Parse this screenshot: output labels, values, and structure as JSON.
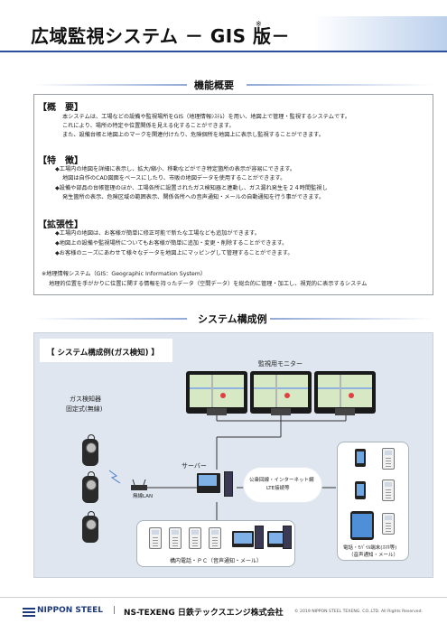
{
  "header": {
    "title": "広域監視システム － GIS 版－",
    "title_mark": "※"
  },
  "sections": {
    "overview_title": "機能概要",
    "system_title": "システム構成例"
  },
  "overview": {
    "summary": {
      "heading": "【概　要】",
      "lines": [
        "本システムは、工場などの設備や監視場所をGIS（地理情報ｼｽﾃﾑ）を用い、地図上で管理・監視するシステムです。",
        "これにより、場所の特定や位置関係を見える化することができます。",
        "また、設備台帳と地図上のマークを関連付けたり、危険個所を地図上に表示し監視することができます。"
      ]
    },
    "features": {
      "heading": "【特　徴】",
      "lines": [
        "◆工場内の地図を詳細に表示し、拡大/縮小、移動などができ特定箇所の表示が容易にできます。",
        "地図は自作のCAD図面をベースにしたり、市販の地図データを使用することができます。",
        "◆設備や部品の台帳管理のほか、工場各所に設置されたガス検知器と連動し、ガス漏れ発生を２４時間監視し",
        "発生箇所の表示、危険区域の範囲表示、関係各所への音声通知・メールの自動通知を行う事ができます。"
      ]
    },
    "expandability": {
      "heading": "【拡張性】",
      "lines": [
        "◆工場内の地図は、お客様が簡単に修正可能で新たな工場なども追加ができます。",
        "◆地図上の設備や監視場所についてもお客様が簡単に追加・変更・削除することができます。",
        "◆お客様のニーズにあわせて様々なデータを地図上にマッピングして管理することができます。"
      ]
    },
    "note": {
      "lines": [
        "※地理情報システム（GIS：Geographic Information System）",
        "地理的位置を手がかりに位置に関する情報を持ったデータ（空間データ）を総合的に管理・加工し、視覚的に表示するシステム"
      ]
    }
  },
  "diagram": {
    "example_label": "【 システム構成例(ガス検知) 】",
    "monitors_label": "監視用モニター",
    "detector_label_1": "ガス検知器",
    "detector_label_2": "固定式(無線)",
    "wireless_lan": "無線LAN",
    "server": "サーバー",
    "network_1": "公衆回線・インターネット網",
    "network_2": "LTE接続等",
    "internal_label": "構内電話・ＰＣ（音声通知・メール）",
    "mobile_label_1": "電話・ﾓﾊﾞｲﾙ端末(ｽﾏﾎ等)",
    "mobile_label_2": "（音声通知・メール）"
  },
  "footer": {
    "logo_1": "NIPPON STEEL",
    "logo_2": "NS-TEXENG 日鉄テックスエンジ株式会社",
    "copyright": "© 2019 NIPPON STEEL TEXENG. CO.,LTD. All Rights Reserved."
  },
  "colors": {
    "title_line": "#2b4f9a",
    "system_bg": "#dfe6ef",
    "logo": "#1e3a7a",
    "alert": "#e04040"
  }
}
